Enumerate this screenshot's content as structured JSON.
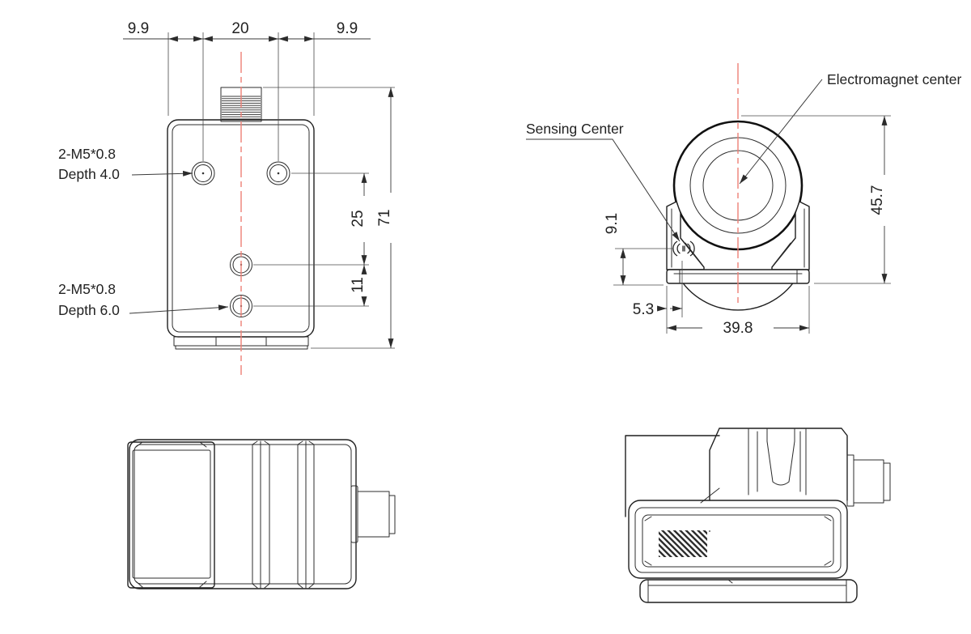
{
  "colors": {
    "line": "#1f1f1f",
    "dim": "#3a3a3a",
    "centerline": "#ee7f76",
    "background": "#ffffff"
  },
  "front_view": {
    "dims": {
      "width_left": "9.9",
      "width_center": "20",
      "width_right": "9.9",
      "hole_spacing": "25",
      "hole_offset": "11",
      "total_height": "71"
    },
    "labels": {
      "top_holes_line1": "2-M5*0.8",
      "top_holes_line2": "Depth 4.0",
      "bottom_holes_line1": "2-M5*0.8",
      "bottom_holes_line2": "Depth 6.0"
    }
  },
  "side_view": {
    "dims": {
      "total_height": "45.7",
      "sensing_center_height": "9.1",
      "sensing_center_offset": "5.3",
      "base_width": "39.8"
    },
    "labels": {
      "sensing_center": "Sensing Center",
      "electromagnet_center": "Electromagnet center"
    }
  }
}
